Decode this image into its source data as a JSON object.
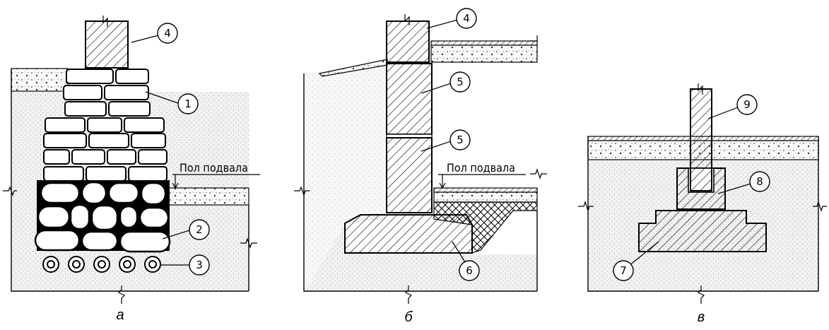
{
  "figure": {
    "panels": [
      {
        "id": "a",
        "caption": "а",
        "floor_label": "Пол подвала",
        "callouts": [
          "1",
          "2",
          "3",
          "4"
        ]
      },
      {
        "id": "b",
        "caption": "б",
        "floor_label": "Пол подвала",
        "callouts": [
          "4",
          "5",
          "5",
          "6"
        ]
      },
      {
        "id": "c",
        "caption": "в",
        "floor_label": "",
        "callouts": [
          "7",
          "8",
          "9"
        ]
      }
    ]
  },
  "colors": {
    "ink": "#000000",
    "soil": "#f2f2f2",
    "paper": "#ffffff"
  }
}
